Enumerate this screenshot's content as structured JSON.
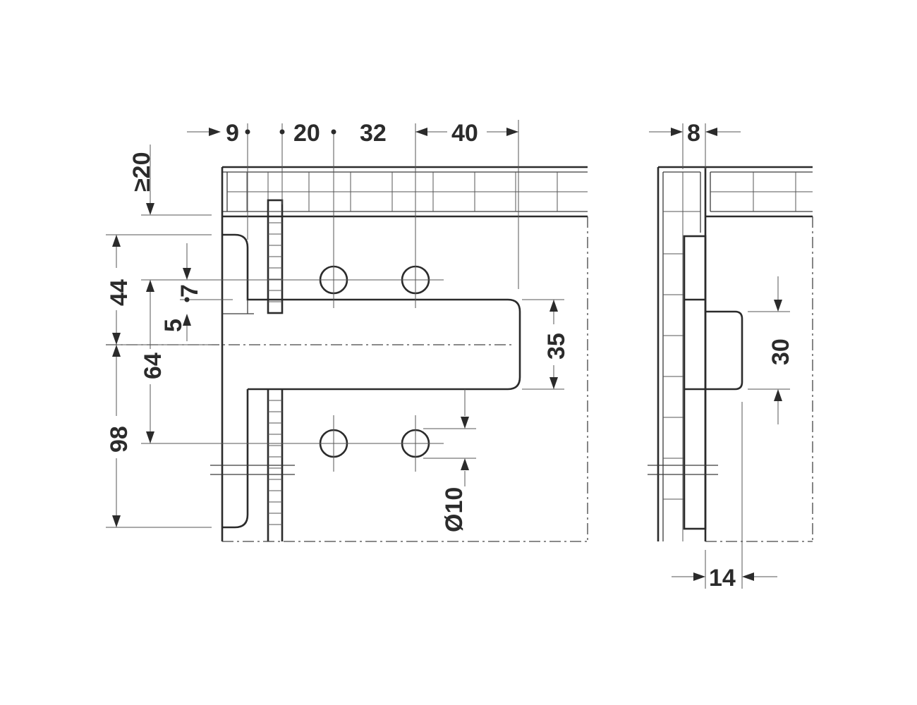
{
  "dimensions": {
    "top": {
      "d9": "9",
      "d20": "20",
      "d32": "32",
      "d40": "40"
    },
    "left": {
      "d20": "≥20",
      "d44": "44",
      "d7": "7",
      "d5": "5",
      "d64": "64",
      "d98": "98"
    },
    "right": {
      "d35": "35",
      "d10": "Ø10"
    },
    "side": {
      "d8": "8",
      "d30": "30",
      "d14": "14"
    }
  },
  "colors": {
    "line": "#2b2b2b",
    "background": "#ffffff"
  }
}
